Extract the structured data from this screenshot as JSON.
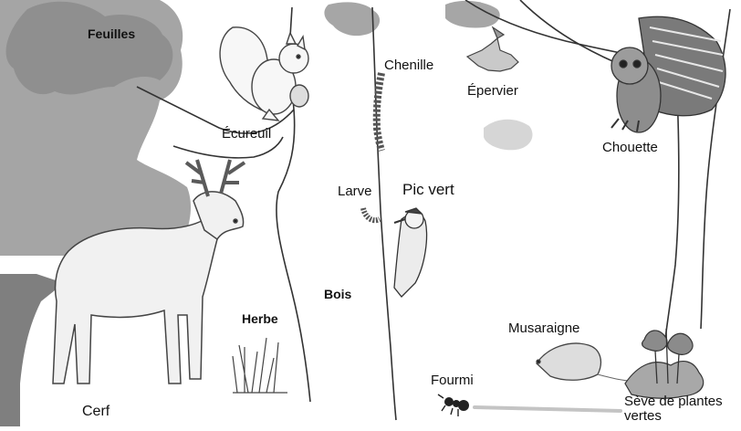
{
  "labels": {
    "feuilles": "Feuilles",
    "ecureuil": "Écureuil",
    "chenille": "Chenille",
    "epervier": "Épervier",
    "chouette": "Chouette",
    "larve": "Larve",
    "pic_vert": "Pic vert",
    "bois": "Bois",
    "herbe": "Herbe",
    "cerf": "Cerf",
    "musaraigne": "Musaraigne",
    "fourmi": "Fourmi",
    "seve": "Sève de plantes vertes"
  },
  "icons": [
    "tree-foliage-icon",
    "squirrel-icon",
    "caterpillar-icon",
    "sparrowhawk-icon",
    "owl-icon",
    "larva-icon",
    "woodpecker-icon",
    "deer-icon",
    "grass-icon",
    "shrew-icon",
    "ant-icon",
    "plant-icon"
  ]
}
